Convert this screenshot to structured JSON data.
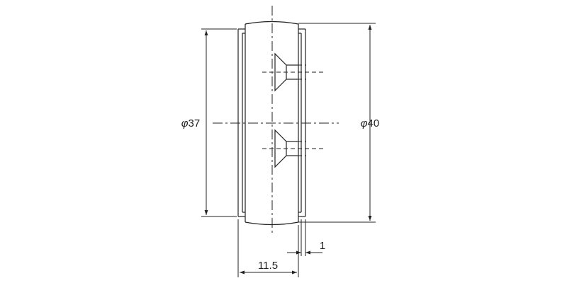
{
  "dimensions": {
    "inner_diameter": {
      "symbol": "φ",
      "value": "37"
    },
    "outer_diameter": {
      "symbol": "φ",
      "value": "40"
    },
    "width": "11.5",
    "clearance": "1"
  }
}
